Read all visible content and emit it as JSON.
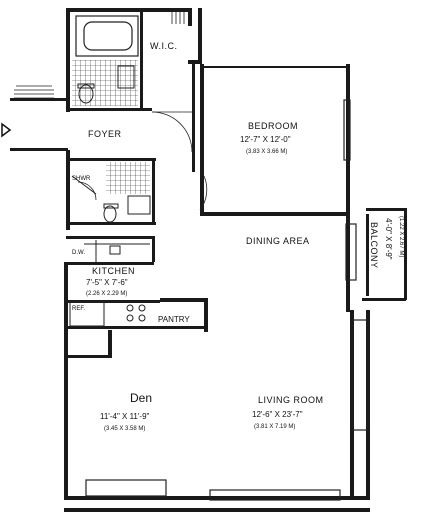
{
  "labels": {
    "wic": "W.I.C.",
    "foyer": "FOYER",
    "bedroom": {
      "name": "BEDROOM",
      "dim": "12'-7\" X 12'-0\"",
      "metric": "(3.83 X 3.66 M)"
    },
    "shwr": "SHWR",
    "dining": "DINING AREA",
    "balcony": {
      "name": "BALCONY",
      "dim": "4'-0\" X 8'-9\"",
      "metric": "(1.22 X 2.67 M)"
    },
    "dw": "D.W.",
    "kitchen": {
      "name": "KITCHEN",
      "dim": "7'-5\" X 7'-6\"",
      "metric": "(2.26 X 2.29 M)"
    },
    "ref": "REF.",
    "pantry": "PANTRY",
    "den": {
      "name": "Den",
      "dim": "11'-4\" X 11'-9\"",
      "metric": "(3.45 X 3.58 M)"
    },
    "living": {
      "name": "LIVING ROOM",
      "dim": "12'-6\" X 23'-7\"",
      "metric": "(3.81 X 7.19 M)"
    }
  }
}
